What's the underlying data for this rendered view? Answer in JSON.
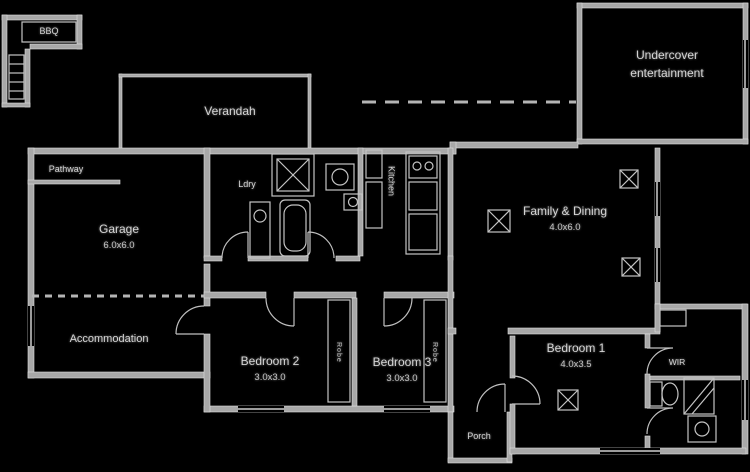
{
  "colors": {
    "background": "#000000",
    "wall": "#a8a8a8",
    "wall_edge": "#e0e0e0",
    "line": "#c4c4c4",
    "text": "#d4d4d4"
  },
  "labels": {
    "bbq": "BBQ",
    "verandah": "Verandah",
    "undercover_1": "Undercover",
    "undercover_2": "entertainment",
    "pathway": "Pathway",
    "garage": "Garage",
    "garage_dim": "6.0x6.0",
    "accommodation": "Accommodation",
    "laundry": "Ldry",
    "kitchen": "Kitchen",
    "family": "Family & Dining",
    "family_dim": "4.0x6.0",
    "bedroom2": "Bedroom 2",
    "bedroom2_dim": "3.0x3.0",
    "bedroom3": "Bedroom 3",
    "bedroom3_dim": "3.0x3.0",
    "bedroom1": "Bedroom 1",
    "bedroom1_dim": "4.0x3.5",
    "wir": "WIR",
    "robe_left": "Robe",
    "robe_right": "Robe",
    "porch": "Porch"
  }
}
